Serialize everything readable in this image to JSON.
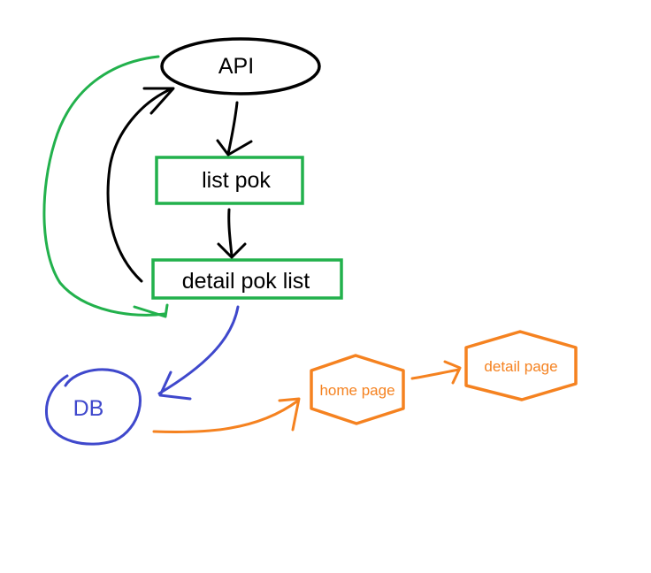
{
  "nodes": {
    "api": {
      "label": "API"
    },
    "list_pok": {
      "label": "list pok"
    },
    "detail_pok_list": {
      "label": "detail pok list"
    },
    "db": {
      "label": "DB"
    },
    "home_page": {
      "label": "home page"
    },
    "detail_page": {
      "label": "detail page"
    }
  },
  "colors": {
    "black": "#000000",
    "green": "#22b14c",
    "blue": "#3f48cc",
    "orange": "#f58220"
  }
}
